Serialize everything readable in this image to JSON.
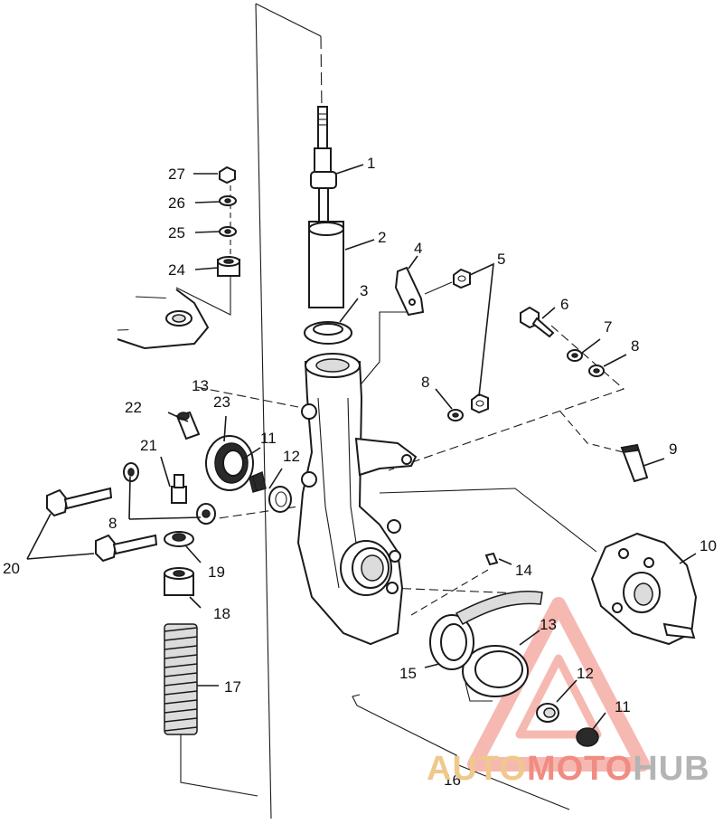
{
  "diagram": {
    "callouts": [
      {
        "id": "c1",
        "text": "1"
      },
      {
        "id": "c2",
        "text": "2"
      },
      {
        "id": "c3",
        "text": "3"
      },
      {
        "id": "c4",
        "text": "4"
      },
      {
        "id": "c5",
        "text": "5"
      },
      {
        "id": "c6",
        "text": "6"
      },
      {
        "id": "c7",
        "text": "7"
      },
      {
        "id": "c8a",
        "text": "8"
      },
      {
        "id": "c8b",
        "text": "8"
      },
      {
        "id": "c8c",
        "text": "8"
      },
      {
        "id": "c9",
        "text": "9"
      },
      {
        "id": "c10",
        "text": "10"
      },
      {
        "id": "c11a",
        "text": "11"
      },
      {
        "id": "c11b",
        "text": "11"
      },
      {
        "id": "c12a",
        "text": "12"
      },
      {
        "id": "c12b",
        "text": "12"
      },
      {
        "id": "c13a",
        "text": "13"
      },
      {
        "id": "c13b",
        "text": "13"
      },
      {
        "id": "c14",
        "text": "14"
      },
      {
        "id": "c15",
        "text": "15"
      },
      {
        "id": "c16",
        "text": "16"
      },
      {
        "id": "c17",
        "text": "17"
      },
      {
        "id": "c18",
        "text": "18"
      },
      {
        "id": "c19",
        "text": "19"
      },
      {
        "id": "c20",
        "text": "20"
      },
      {
        "id": "c21",
        "text": "21"
      },
      {
        "id": "c22",
        "text": "22"
      },
      {
        "id": "c23",
        "text": "23"
      },
      {
        "id": "c24",
        "text": "24"
      },
      {
        "id": "c25",
        "text": "25"
      },
      {
        "id": "c26",
        "text": "26"
      },
      {
        "id": "c27",
        "text": "27"
      }
    ]
  },
  "watermark": {
    "part_a": "AUTO",
    "part_b": "MOTO",
    "part_c": "HUB",
    "color_a": "#f0c88c",
    "color_b": "#f08c82",
    "color_c": "#b4b4b4",
    "triangle_color": "#f4a8a0"
  }
}
